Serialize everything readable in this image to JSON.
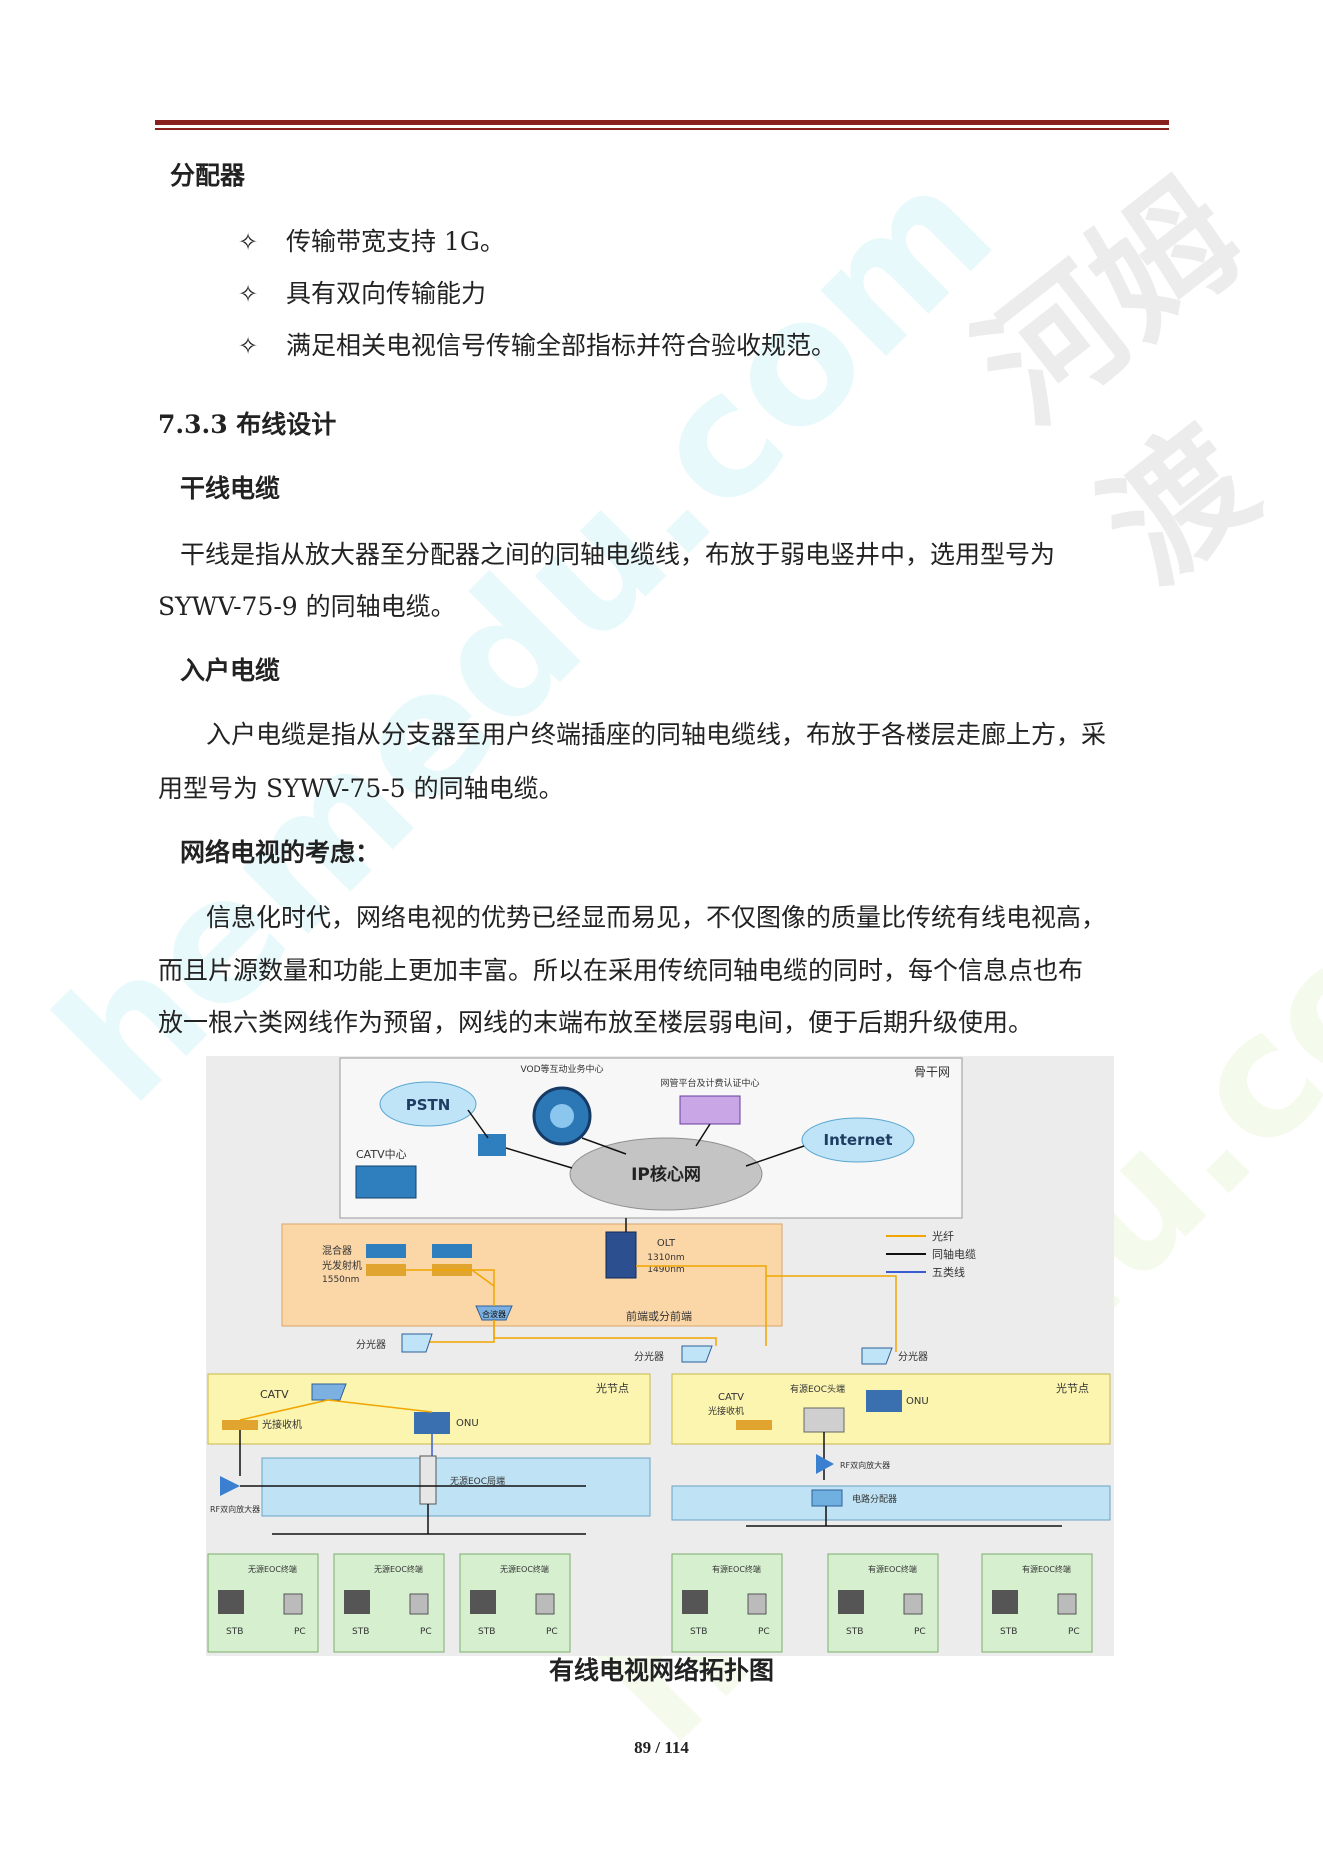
{
  "section_distributor": {
    "heading": "分配器",
    "bullets": [
      "传输带宽支持 1G。",
      "具有双向传输能力",
      "满足相关电视信号传输全部指标并符合验收规范。"
    ]
  },
  "section_733": {
    "heading": "7.3.3 布线设计",
    "trunk": {
      "heading": "干线电缆",
      "line1": "干线是指从放大器至分配器之间的同轴电缆线，布放于弱电竖井中，选用型号为",
      "line2": "SYWV-75-9 的同轴电缆。"
    },
    "drop": {
      "heading": "入户电缆",
      "line1": "入户电缆是指从分支器至用户终端插座的同轴电缆线，布放于各楼层走廊上方，采",
      "line2": "用型号为 SYWV-75-5 的同轴电缆。"
    },
    "iptv": {
      "heading": "网络电视的考虑：",
      "line1": "信息化时代，网络电视的优势已经显而易见，不仅图像的质量比传统有线电视高，",
      "line2": "而且片源数量和功能上更加丰富。所以在采用传统同轴电缆的同时，每个信息点也布",
      "line3": "放一根六类网线作为预留，网线的末端布放至楼层弱电间，便于后期升级使用。"
    }
  },
  "figure": {
    "caption": "有线电视网络拓扑图",
    "backbone_label": "骨干网",
    "pstn": "PSTN",
    "vod": "VOD等互动业务中心",
    "billing": "网管平台及计费认证中心",
    "internet": "Internet",
    "catv_center": "CATV中心",
    "ip_core": "IP核心网",
    "legend": [
      "光纤",
      "同轴电缆",
      "五类线"
    ],
    "headend_zone": "前端或分前端",
    "mixer": "混合器",
    "opt_tx": "光发射机",
    "tx_wavelength": "1550nm",
    "olt": "OLT",
    "olt_w1": "1310nm",
    "olt_w2": "1490nm",
    "combiner": "合波器",
    "splitter": "分光器",
    "optical_node": "光节点",
    "catv": "CATV",
    "opt_rx": "光接收机",
    "onu": "ONU",
    "rf_amp": "RF双向放大器",
    "passive_eoc": "无源EOC局端",
    "active_eoc_head": "有源EOC头端",
    "circuit_splitter": "电路分配器",
    "terminal_passive": "无源EOC终端",
    "terminal_active": "有源EOC终端",
    "stb": "STB",
    "pc": "PC"
  },
  "watermark": {
    "brand_cn": "河姆渡",
    "brand_en": "hemedu.com"
  },
  "page_number": "89 / 114",
  "colors": {
    "rule": "#8a1f1f",
    "headend_fill": "#fbd7a8",
    "node_fill": "#fbf5b0",
    "access_fill": "#bfe3f4",
    "user_fill": "#d6efcf",
    "fiber": "#f0a500",
    "coax": "#111111",
    "cat5": "#3a5bd0"
  }
}
